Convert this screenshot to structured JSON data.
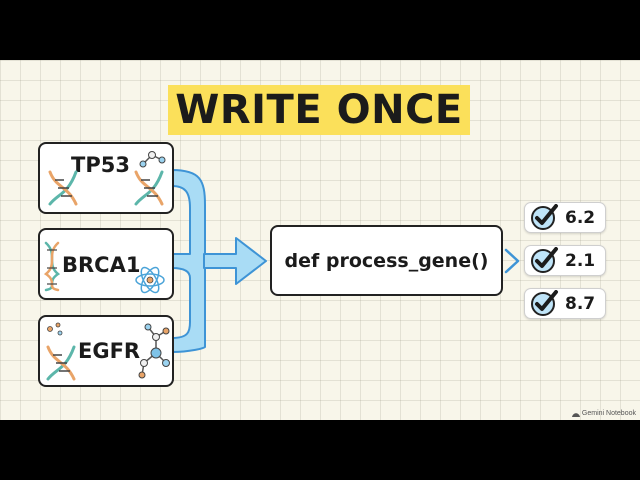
{
  "title": "WRITE ONCE",
  "genes": [
    {
      "label": "TP53",
      "icons": [
        "dna-icon",
        "molecule-icon",
        "dna-icon"
      ]
    },
    {
      "label": "BRCA1",
      "icons": [
        "dna-icon",
        "atom-icon"
      ]
    },
    {
      "label": "EGFR",
      "icons": [
        "molecule-icon",
        "dna-icon",
        "molecule-network-icon"
      ]
    }
  ],
  "function_label": "def process_gene()",
  "results": [
    {
      "value": "6.2",
      "icon": "check-icon"
    },
    {
      "value": "2.1",
      "icon": "check-icon"
    },
    {
      "value": "8.7",
      "icon": "check-icon"
    }
  ],
  "colors": {
    "title_highlight": "#fbe05a",
    "connector_fill": "#a9dcf5",
    "connector_stroke": "#3e94d6",
    "check_blue": "#2c8cd1",
    "dna_teal": "#5cb6aa",
    "dna_orange": "#e9a468"
  },
  "watermark": "Gemini Notebook"
}
